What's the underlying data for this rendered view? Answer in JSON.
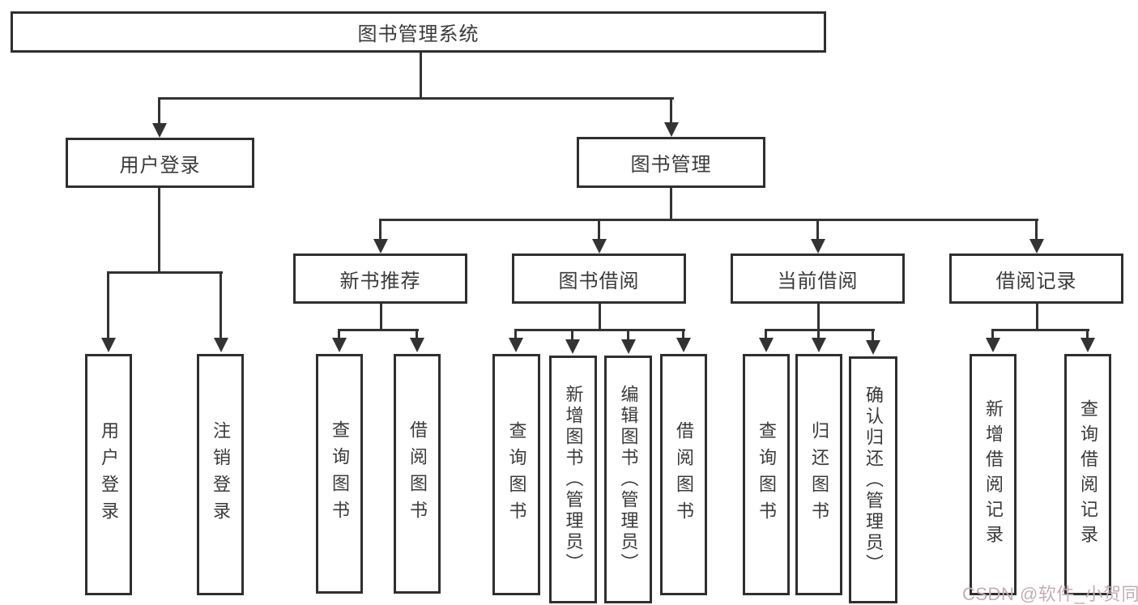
{
  "diagram": {
    "title": "图书管理系统",
    "level2": {
      "user_login": "用户登录",
      "book_management": "图书管理"
    },
    "user_login_children": [
      "用户登录",
      "注销登录"
    ],
    "book_management_children": [
      "新书推荐",
      "图书借阅",
      "当前借阅",
      "借阅记录"
    ],
    "new_book_children": [
      "查询图书",
      "借阅图书"
    ],
    "book_borrow_children": [
      "查询图书",
      "新增图书（管理员）",
      "编辑图书（管理员）",
      "借阅图书"
    ],
    "current_borrow_children": [
      "查询图书",
      "归还图书",
      "确认归还（管理员）"
    ],
    "borrow_record_children": [
      "新增借阅记录",
      "查询借阅记录"
    ]
  },
  "watermark": {
    "text": "CSDN @软件_小贺同学",
    "color": "#c3aeb3"
  },
  "colors": {
    "line": "#333333",
    "box_border": "#2f2f2f",
    "text": "#3a3a3a",
    "background": "#ffffff"
  }
}
